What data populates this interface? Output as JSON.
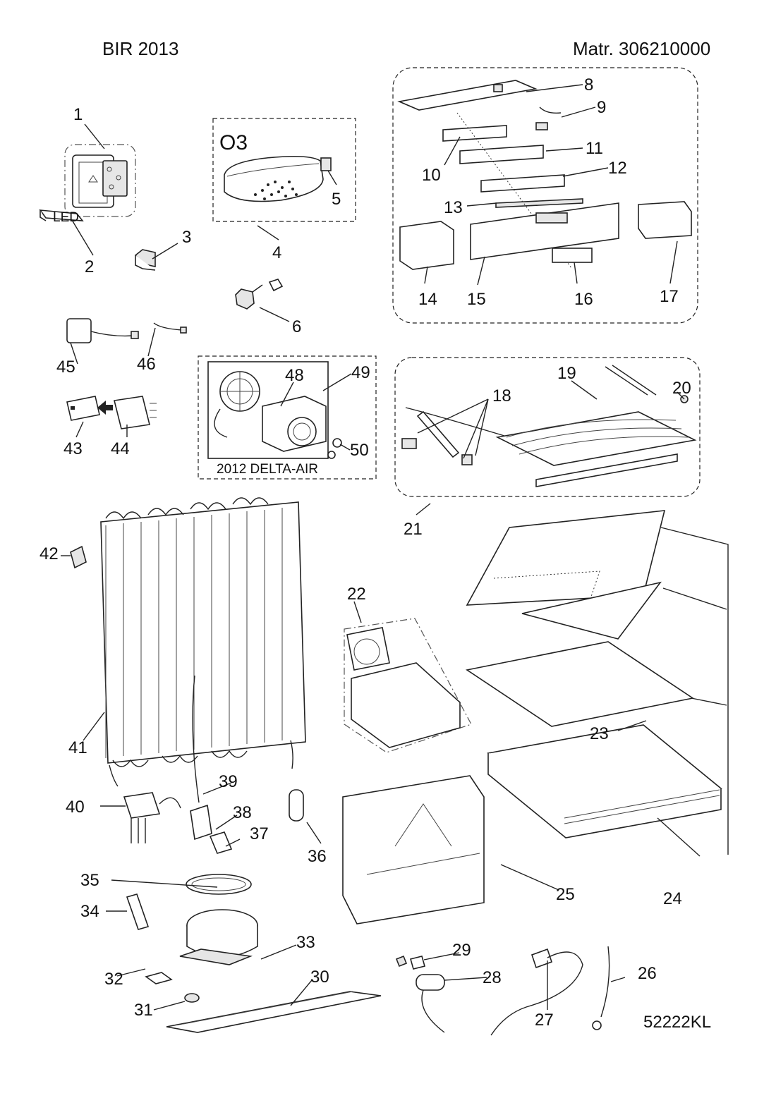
{
  "header": {
    "model": "BIR 2013",
    "material": "Matr. 306210000"
  },
  "footer": {
    "drawing_code": "52222KL"
  },
  "texts": {
    "ozone": "O3",
    "delta_air": "2012  DELTA-AIR",
    "switch_label": "LED"
  },
  "callouts": [
    "1",
    "2",
    "3",
    "4",
    "5",
    "6",
    "8",
    "9",
    "10",
    "11",
    "12",
    "13",
    "14",
    "15",
    "16",
    "17",
    "18",
    "19",
    "20",
    "21",
    "22",
    "23",
    "24",
    "25",
    "26",
    "27",
    "28",
    "29",
    "30",
    "31",
    "32",
    "33",
    "34",
    "35",
    "36",
    "37",
    "38",
    "39",
    "40",
    "41",
    "42",
    "43",
    "44",
    "45",
    "46",
    "48",
    "49",
    "50"
  ]
}
